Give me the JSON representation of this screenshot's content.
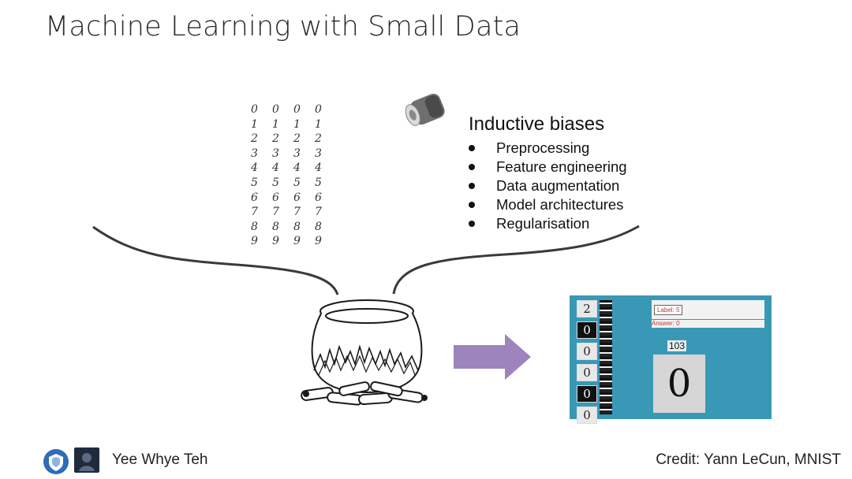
{
  "slide": {
    "title": "Machine Learning with Small Data"
  },
  "digits_grid": {
    "rows": [
      [
        "0",
        "0",
        "0",
        "0"
      ],
      [
        "1",
        "1",
        "1",
        "1"
      ],
      [
        "2",
        "2",
        "2",
        "2"
      ],
      [
        "3",
        "3",
        "3",
        "3"
      ],
      [
        "4",
        "4",
        "4",
        "4"
      ],
      [
        "5",
        "5",
        "5",
        "5"
      ],
      [
        "6",
        "6",
        "6",
        "6"
      ],
      [
        "7",
        "7",
        "7",
        "7"
      ],
      [
        "8",
        "8",
        "8",
        "8"
      ],
      [
        "9",
        "9",
        "9",
        "9"
      ]
    ]
  },
  "inductive_biases": {
    "title": "Inductive biases",
    "items": [
      "Preprocessing",
      "Feature engineering",
      "Data augmentation",
      "Model architectures",
      "Regularisation"
    ]
  },
  "mnist_demo": {
    "thumbs": [
      "2",
      "0",
      "0",
      "0",
      "0",
      "0"
    ],
    "label_text": "Label: 5",
    "answer_text": "Answer: 0",
    "example_number": "103",
    "example_digit": "0"
  },
  "footer": {
    "presenter": "Yee Whye Teh",
    "credit": "Credit: Yann LeCun, MNIST"
  },
  "colors": {
    "arrow": "#9e84bd",
    "panel": "#3a98b7"
  },
  "icons": [
    "cauldron-icon",
    "shaker-icon",
    "arrow-right-icon",
    "shield-logo-icon",
    "portrait-logo-icon"
  ]
}
